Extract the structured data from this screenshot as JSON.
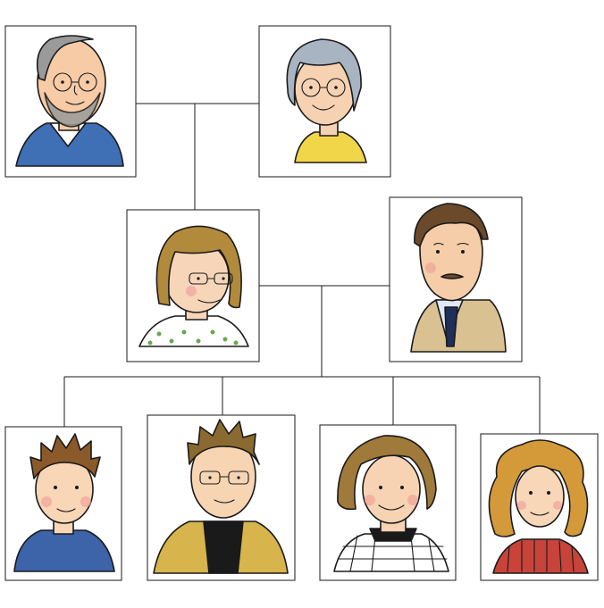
{
  "family_tree": {
    "generations": [
      {
        "members": [
          {
            "id": "grandfather",
            "depicts": "bald-bearded-man-with-glasses",
            "shirt_color": "#3f6fb5",
            "hair_color": "#9a9a9a",
            "skin_color": "#f6cba6"
          },
          {
            "id": "grandmother",
            "depicts": "grey-haired-woman-with-glasses",
            "shirt_color": "#f2d64a",
            "hair_color": "#a9b4c2",
            "skin_color": "#f7d2b2"
          }
        ]
      },
      {
        "members": [
          {
            "id": "mother",
            "depicts": "woman-with-glasses-and-bob-hair",
            "shirt_color": "#ffffff",
            "hair_color": "#b18a3c",
            "skin_color": "#f7d5b8"
          },
          {
            "id": "father",
            "depicts": "man-with-moustache-in-suit",
            "shirt_color": "#d9c192",
            "hair_color": "#6a4a2a",
            "skin_color": "#f5cda8"
          }
        ]
      },
      {
        "members": [
          {
            "id": "child-1",
            "depicts": "boy-with-spiky-hair",
            "shirt_color": "#3d63a8",
            "hair_color": "#8a5a2b",
            "skin_color": "#f8d6b6"
          },
          {
            "id": "child-2",
            "depicts": "teen-boy-with-glasses",
            "shirt_color": "#d7b54c",
            "hair_color": "#8a6a30",
            "skin_color": "#f7d4b2"
          },
          {
            "id": "child-3",
            "depicts": "girl-with-bob-hair",
            "shirt_color": "#ffffff",
            "hair_color": "#a07a3a",
            "skin_color": "#f7d3b4"
          },
          {
            "id": "child-4",
            "depicts": "girl-with-curly-hair",
            "shirt_color": "#c8433a",
            "hair_color": "#d49a3a",
            "skin_color": "#f8d6b8"
          }
        ]
      }
    ],
    "line_color": "#1a1a1a"
  }
}
